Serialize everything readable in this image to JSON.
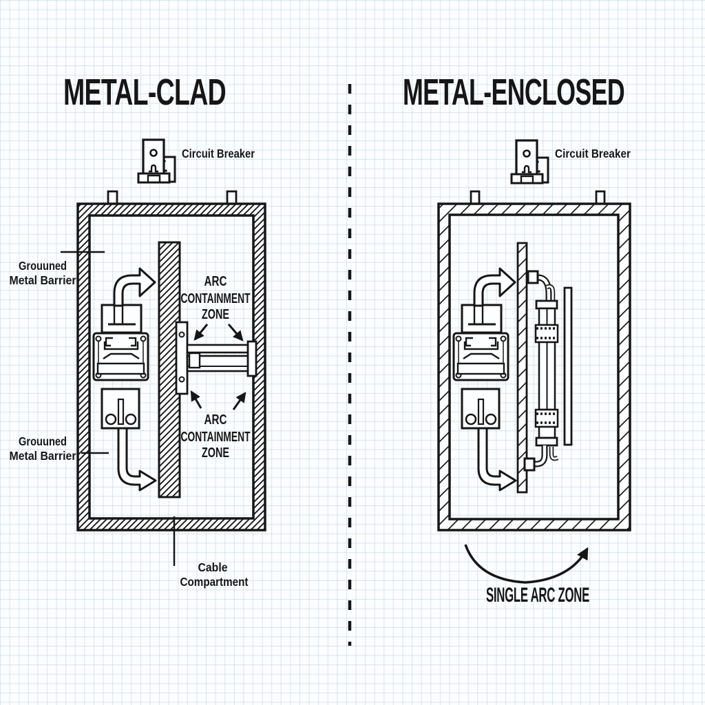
{
  "header": {
    "left_title": "METAL-CLAD",
    "right_title": "METAL-ENCLOSED"
  },
  "left_panel": {
    "circuit_breaker_label": "Circuit Breaker",
    "grounded_barrier_label_top": {
      "line1": "Grouuned",
      "line2": "Metal Barrier"
    },
    "grounded_barrier_label_bottom": {
      "line1": "Grouuned",
      "line2": "Metal Barrier"
    },
    "arc_zone_top": {
      "line1": "ARC",
      "line2": "CONTAINMENT",
      "line3": "ZONE"
    },
    "arc_zone_bottom": {
      "line1": "ARC",
      "line2": "CONTAINMENT",
      "line3": "ZONE"
    },
    "cable_compartment_label": {
      "line1": "Cable",
      "line2": "Compartment"
    }
  },
  "right_panel": {
    "circuit_breaker_label": "Circuit Breaker",
    "single_arc_zone_label": "SINGLE ARC ZONE"
  },
  "style": {
    "ink": "#161616",
    "paper": "#fbfdfe",
    "grid_line": "#bad1e2"
  },
  "icons": {
    "circuit_breaker": "circuit-breaker-icon",
    "flow_arrow": "curved-flow-arrow-icon",
    "pointer_arrow": "pointer-arrow-icon",
    "divider": "dashed-divider-line"
  }
}
